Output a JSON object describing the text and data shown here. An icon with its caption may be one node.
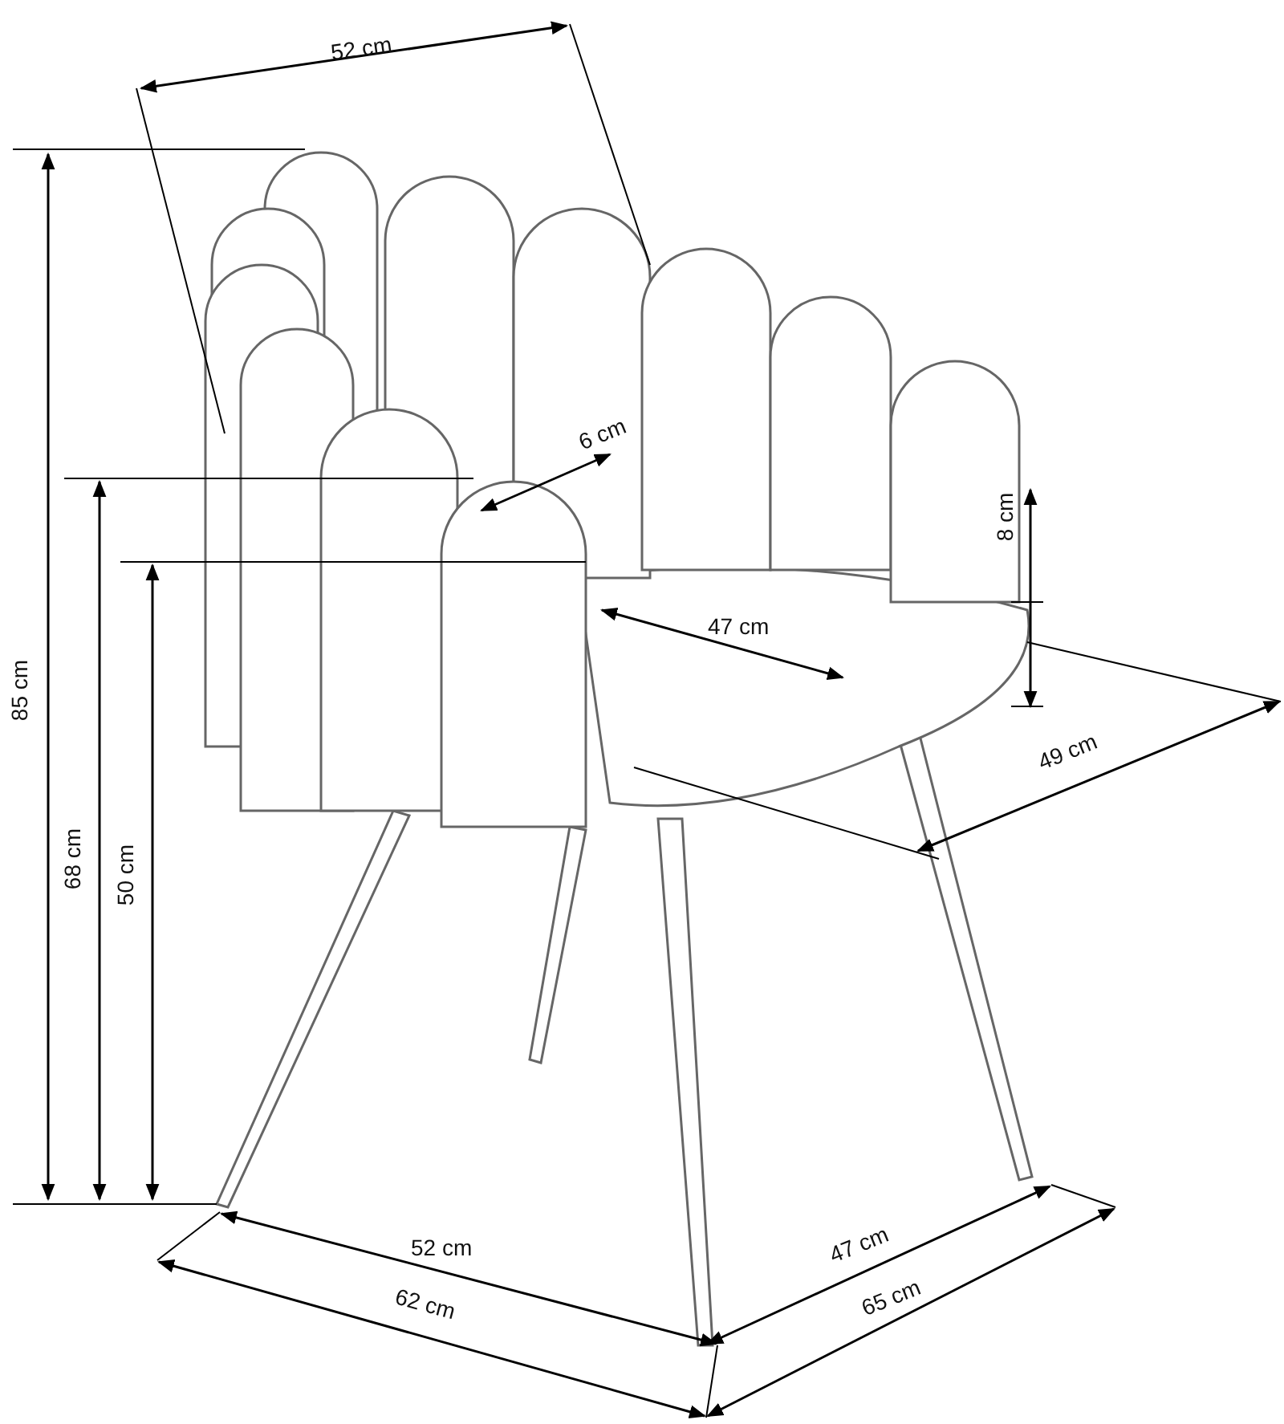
{
  "diagram": {
    "labels": [
      "52 cm",
      "85 cm",
      "6 cm",
      "8 cm",
      "68 cm",
      "47 cm",
      "50 cm",
      "49 cm",
      "52 cm",
      "47 cm",
      "62 cm",
      "65 cm"
    ]
  }
}
